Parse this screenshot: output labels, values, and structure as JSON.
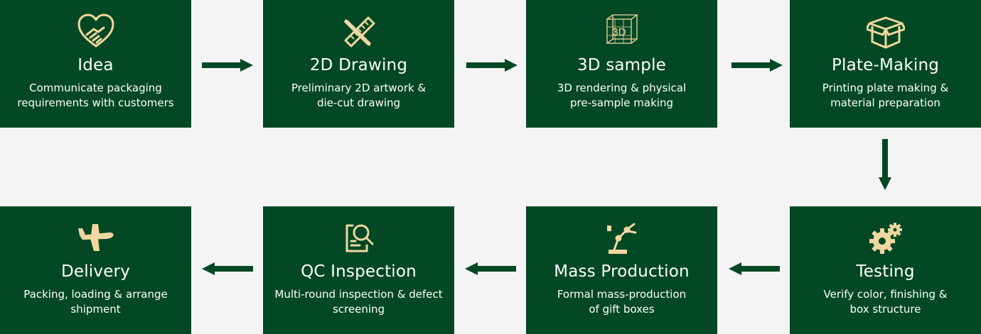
{
  "colors": {
    "card_bg": "#034824",
    "icon_gold": "#f0d8a0",
    "arrow": "#034824",
    "page_bg": "#f4f4f4"
  },
  "steps": [
    {
      "icon": "handshake-heart-icon",
      "title": "Idea",
      "desc_line1": "Communicate packaging",
      "desc_line2": "requirements with customers"
    },
    {
      "icon": "pencil-ruler-icon",
      "title": "2D Drawing",
      "desc_line1": "Preliminary 2D artwork &",
      "desc_line2": "die-cut drawing"
    },
    {
      "icon": "3d-cube-icon",
      "icon_text": "3D",
      "title": "3D sample",
      "desc_line1": "3D rendering & physical",
      "desc_line2": "pre-sample making"
    },
    {
      "icon": "open-box-icon",
      "title": "Plate-Making",
      "desc_line1": "Printing plate making &",
      "desc_line2": "material preparation"
    },
    {
      "icon": "gears-icon",
      "title": "Testing",
      "desc_line1": "Verify color, finishing &",
      "desc_line2": "box structure"
    },
    {
      "icon": "robot-arm-icon",
      "title": "Mass Production",
      "desc_line1": "Formal mass-production",
      "desc_line2": "of gift boxes"
    },
    {
      "icon": "document-magnifier-icon",
      "title": "QC Inspection",
      "desc_line1": "Multi-round inspection & defect",
      "desc_line2": "screening"
    },
    {
      "icon": "airplane-icon",
      "title": "Delivery",
      "desc_line1": "Packing, loading & arrange",
      "desc_line2": "shipment"
    }
  ]
}
